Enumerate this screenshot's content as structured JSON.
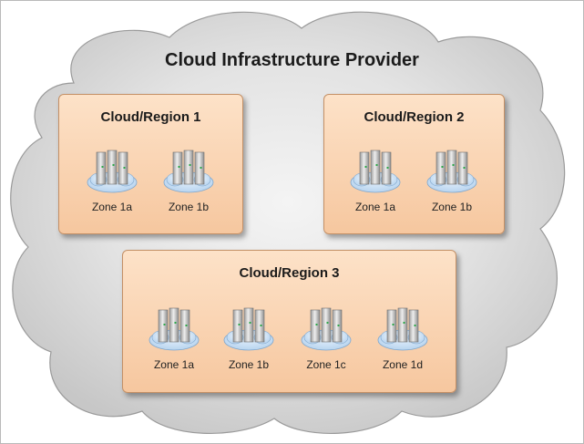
{
  "provider": {
    "title": "Cloud Infrastructure Provider"
  },
  "colors": {
    "cloud_fill": "#d9d9d9",
    "region_fill": "#f6c79f",
    "zone_base": "#b8d4ef",
    "server_led": "#2ea84a"
  },
  "icons": {
    "zone": "server-rack-icon"
  },
  "regions": [
    {
      "title": "Cloud/Region 1",
      "zones": [
        "Zone 1a",
        "Zone 1b"
      ]
    },
    {
      "title": "Cloud/Region 2",
      "zones": [
        "Zone 1a",
        "Zone 1b"
      ]
    },
    {
      "title": "Cloud/Region 3",
      "zones": [
        "Zone 1a",
        "Zone 1b",
        "Zone 1c",
        "Zone 1d"
      ]
    }
  ]
}
